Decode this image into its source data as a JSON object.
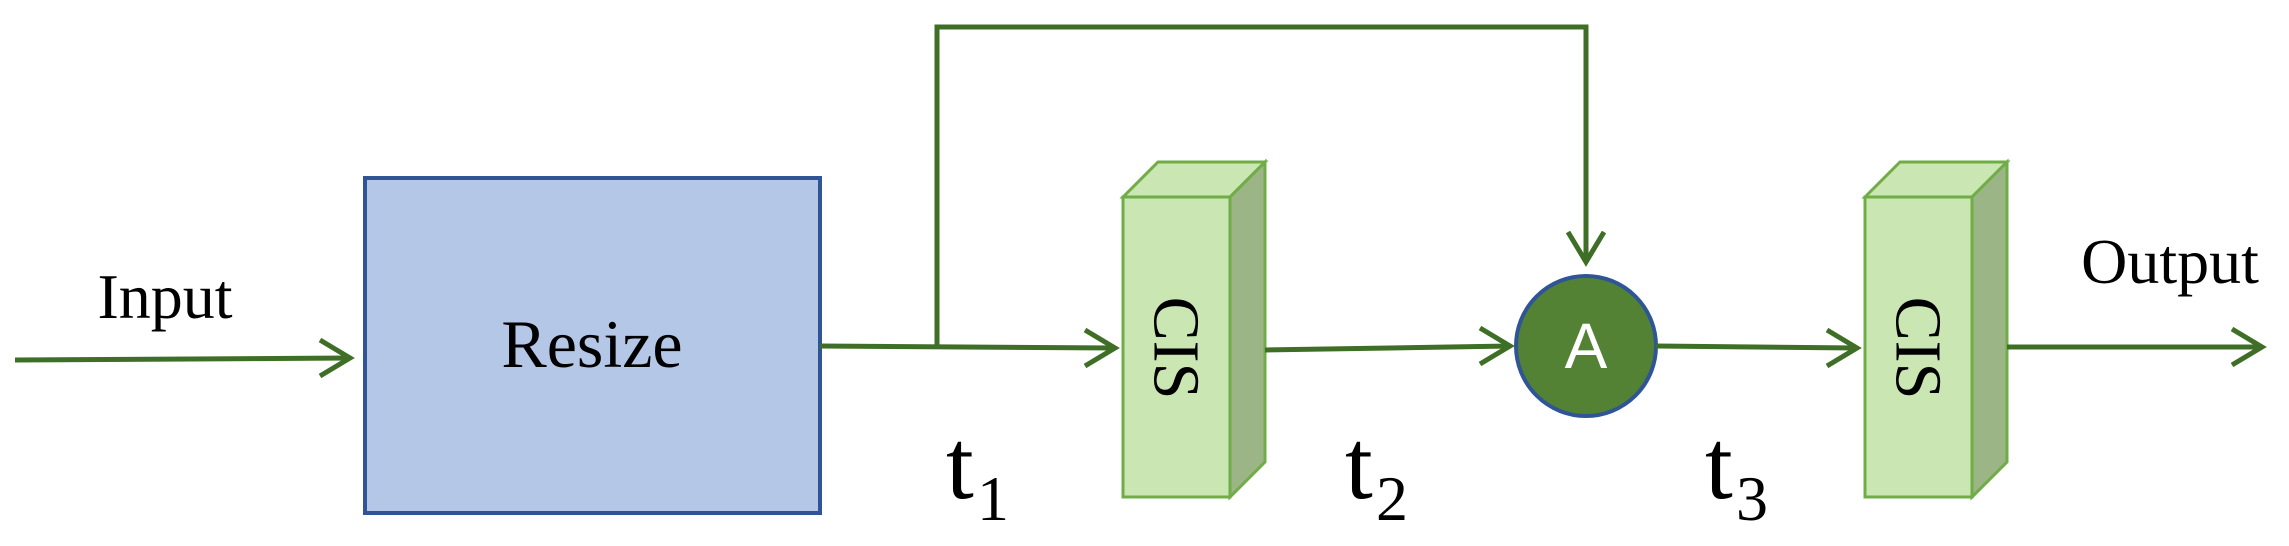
{
  "labels": {
    "input": "Input",
    "output": "Output",
    "resize": "Resize",
    "cis_1": "CIS",
    "cis_2": "CIS",
    "add": "A",
    "t1_base": "t",
    "t1_sub": "1",
    "t2_base": "t",
    "t2_sub": "2",
    "t3_base": "t",
    "t3_sub": "3"
  },
  "colors": {
    "line": "#3f6f26",
    "resize_fill": "#b4c7e7",
    "resize_stroke": "#2f5597",
    "cis_front": "#c9e6b3",
    "cis_top": "#c9e6b3",
    "cis_side": "#9bb586",
    "cis_stroke": "#70ad47",
    "add_fill": "#548235",
    "add_stroke": "#2f5597",
    "add_text": "#ffffff"
  }
}
